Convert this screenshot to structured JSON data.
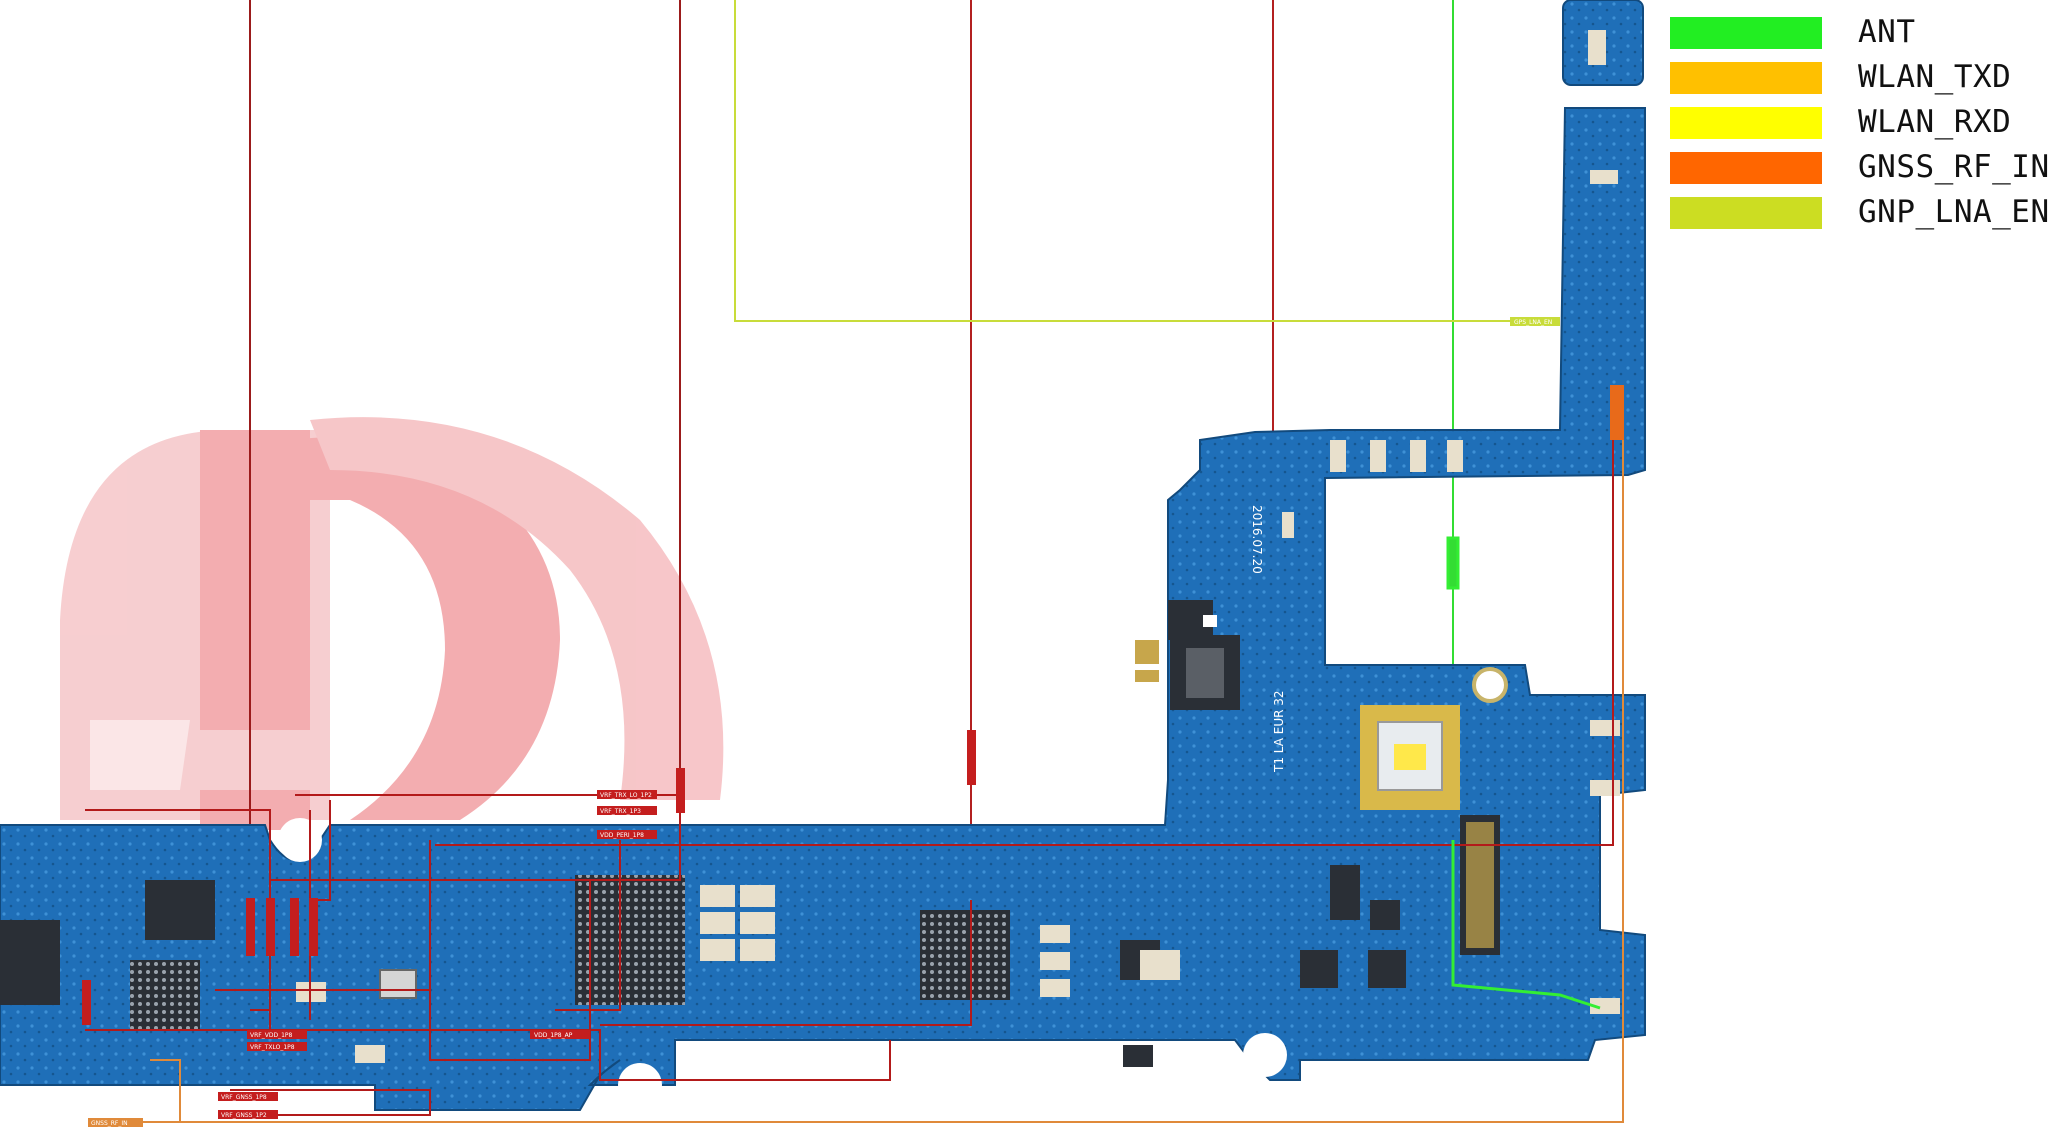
{
  "legend": {
    "items": [
      {
        "label": "ANT",
        "color": "#22EE22"
      },
      {
        "label": "WLAN_TXD",
        "color": "#FFC000"
      },
      {
        "label": "WLAN_RXD",
        "color": "#FFFF00"
      },
      {
        "label": "GNSS_RF_IN",
        "color": "#FF6600"
      },
      {
        "label": "GNP_LNA_EN",
        "color": "#CCDD22"
      }
    ]
  },
  "board": {
    "date_marking": "2016.07.20",
    "silkscreen_code": "T1 LA EUR 32",
    "net_tags": [
      "GPS_LNA_EN",
      "VRF_TRX_LO_1P2",
      "VRF_TRX_1P3",
      "VDD_PERI_1P8",
      "VDD_1P8_AP",
      "VRF_VDD_1P8",
      "VRF_TXLO_1P8",
      "VRF_GNSS_1P8",
      "VRF_GNSS_1P2",
      "GNSS_RF_IN"
    ]
  },
  "watermark_colors": {
    "main": "#F2A5A8"
  },
  "trace_colors": {
    "power": "#AA0000",
    "board": "#1E73BE"
  }
}
